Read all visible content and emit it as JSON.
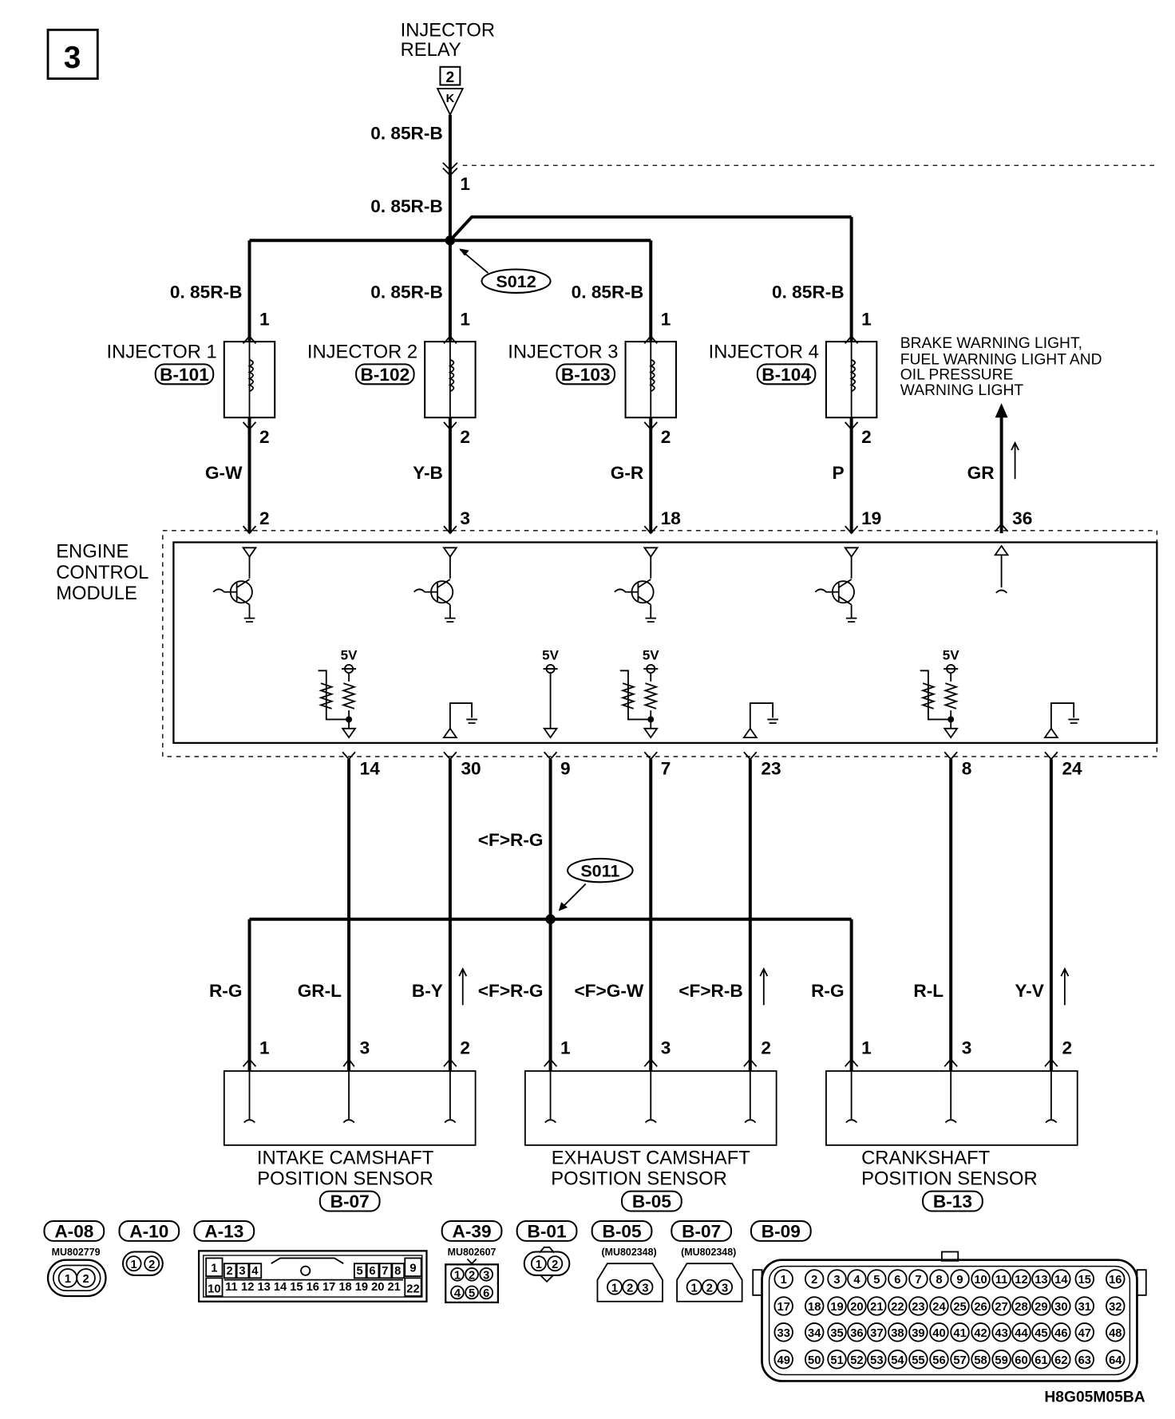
{
  "page_number": "3",
  "relay": {
    "line1": "INJECTOR",
    "line2": "RELAY",
    "pin": "2",
    "conn": "K"
  },
  "main_wire": {
    "upper_label": "0. 85R-B",
    "upper_pin": "1",
    "lower_label": "0. 85R-B"
  },
  "splices": {
    "s012": "S012",
    "s011": "S011"
  },
  "injectors": [
    {
      "name": "INJECTOR 1",
      "conn": "B-101",
      "wire_top": "0. 85R-B",
      "pin_top": "1",
      "pin_bottom": "2",
      "wire_bottom": "G-W",
      "ecm_pin": "2"
    },
    {
      "name": "INJECTOR 2",
      "conn": "B-102",
      "wire_top": "0. 85R-B",
      "pin_top": "1",
      "pin_bottom": "2",
      "wire_bottom": "Y-B",
      "ecm_pin": "3"
    },
    {
      "name": "INJECTOR 3",
      "conn": "B-103",
      "wire_top": "0. 85R-B",
      "pin_top": "1",
      "pin_bottom": "2",
      "wire_bottom": "G-R",
      "ecm_pin": "18"
    },
    {
      "name": "INJECTOR 4",
      "conn": "B-104",
      "wire_top": "0. 85R-B",
      "pin_top": "1",
      "pin_bottom": "2",
      "wire_bottom": "P",
      "ecm_pin": "19"
    }
  ],
  "warning": {
    "lines": [
      "BRAKE WARNING LIGHT,",
      "FUEL WARNING LIGHT AND",
      "OIL PRESSURE",
      "WARNING LIGHT"
    ],
    "wire": "GR",
    "ecm_pin": "36"
  },
  "ecm": {
    "line1": "ENGINE",
    "line2": "CONTROL",
    "line3": "MODULE",
    "v5": "5V"
  },
  "ecm_sensor_pins": [
    "14",
    "30",
    "9",
    "7",
    "23",
    "8",
    "24"
  ],
  "s011_wire": "<F>R-G",
  "sensors": [
    {
      "line1": "INTAKE CAMSHAFT",
      "line2": "POSITION SENSOR",
      "conn": "B-07",
      "wires": [
        "R-G",
        "GR-L",
        "B-Y"
      ],
      "pins": [
        "1",
        "3",
        "2"
      ]
    },
    {
      "line1": "EXHAUST CAMSHAFT",
      "line2": "POSITION SENSOR",
      "conn": "B-05",
      "wires": [
        "<F>R-G",
        "<F>G-W",
        "<F>R-B"
      ],
      "pins": [
        "1",
        "3",
        "2"
      ]
    },
    {
      "line1": "CRANKSHAFT",
      "line2": "POSITION SENSOR",
      "conn": "B-13",
      "wires": [
        "R-G",
        "R-L",
        "Y-V"
      ],
      "pins": [
        "1",
        "3",
        "2"
      ]
    }
  ],
  "connectors": {
    "a08": "A-08",
    "a08_part": "MU802779",
    "a10": "A-10",
    "a13": "A-13",
    "a39": "A-39",
    "a39_part": "MU802607",
    "b01": "B-01",
    "b05": "B-05",
    "b05_part": "(MU802348)",
    "b07": "B-07",
    "b07_part": "(MU802348)",
    "b09": "B-09",
    "a13_top": [
      "1",
      "2",
      "3",
      "4",
      "5",
      "6",
      "7",
      "8",
      "9"
    ],
    "a13_bottom": [
      "10",
      "11",
      "12",
      "13",
      "14",
      "15",
      "16",
      "17",
      "18",
      "19",
      "20",
      "21",
      "22"
    ],
    "a39_pins": [
      "1",
      "2",
      "3",
      "4",
      "5",
      "6"
    ],
    "pair_pins": [
      "1",
      "2"
    ],
    "triple_pins": [
      "1",
      "2",
      "3"
    ],
    "b09_rows": [
      [
        "1",
        "2",
        "3",
        "4",
        "5",
        "6",
        "7",
        "8",
        "9",
        "10",
        "11",
        "12",
        "13",
        "14",
        "15",
        "16"
      ],
      [
        "17",
        "18",
        "19",
        "20",
        "21",
        "22",
        "23",
        "24",
        "25",
        "26",
        "27",
        "28",
        "29",
        "30",
        "31",
        "32"
      ],
      [
        "33",
        "34",
        "35",
        "36",
        "37",
        "38",
        "39",
        "40",
        "41",
        "42",
        "43",
        "44",
        "45",
        "46",
        "47",
        "48"
      ],
      [
        "49",
        "50",
        "51",
        "52",
        "53",
        "54",
        "55",
        "56",
        "57",
        "58",
        "59",
        "60",
        "61",
        "62",
        "63",
        "64"
      ]
    ]
  },
  "diagram_code": "H8G05M05BA"
}
